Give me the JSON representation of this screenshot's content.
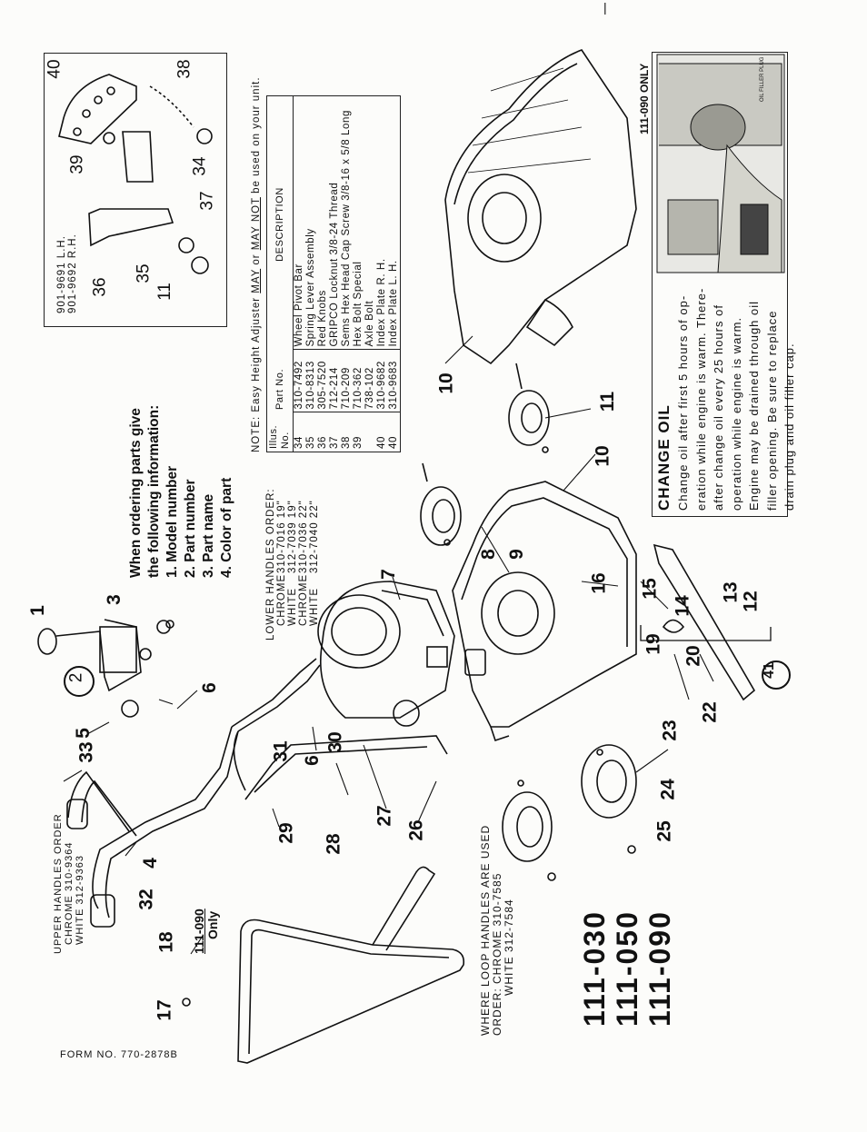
{
  "top_mark": "|",
  "upper_handles": {
    "title": "UPPER HANDLES ORDER",
    "rows": [
      "CHROME  310-9364",
      "WHITE    312-9363"
    ]
  },
  "loop_handles": {
    "title": "WHERE LOOP HANDLES ARE USED",
    "line2_prefix": "ORDER:",
    "rows": [
      "CHROME 310-7585",
      "WHITE    312-7584"
    ]
  },
  "models": [
    "111-030",
    "111-050",
    "111-090"
  ],
  "form_no": "FORM NO. 770-2878B",
  "only_tag": {
    "model": "111-090",
    "word": "Only"
  },
  "ordering": {
    "heading1": "When ordering parts give",
    "heading2": "the following information:",
    "items": [
      "1. Model number",
      "2. Part number",
      "3. Part name",
      "4. Color of part"
    ]
  },
  "lower_handles": {
    "title": "LOWER HANDLES ORDER:",
    "rows": [
      [
        "CHROME",
        "310-7016 19\""
      ],
      [
        "WHITE",
        "312-7039 19\""
      ],
      [
        "CHROME",
        "310-7036 22\""
      ],
      [
        "WHITE",
        "312-7040 22\""
      ]
    ]
  },
  "note": {
    "prefix": "NOTE:  Easy Height Adjuster ",
    "may": "MAY",
    "mid": " or ",
    "may_not": "MAY NOT",
    "suffix": " be used on your unit."
  },
  "parts_table": {
    "headers": [
      "Illus. No.",
      "Part No.",
      "DESCRIPTION"
    ],
    "rows": [
      [
        "34",
        "310-7492",
        "Wheel Pivot Bar"
      ],
      [
        "35",
        "310-8313",
        "Spring Lever Assembly"
      ],
      [
        "36",
        "305-7520",
        "Red Knobs"
      ],
      [
        "37",
        "712-214",
        "GRIPCO Locknut 3/8-24 Thread"
      ],
      [
        "38",
        "710-209",
        "Sems Hex Head Cap Screw 3/8-16 x 5/8 Long"
      ],
      [
        "39",
        "710-362",
        "Hex Bolt Special"
      ],
      [
        "",
        "738-102",
        "Axle Bolt"
      ],
      [
        "40",
        "310-9682",
        "Index Plate R. H."
      ],
      [
        "40",
        "310-9683",
        "Index Plate L. H."
      ]
    ]
  },
  "index_plate_parts": [
    "901-9691 L.H.",
    "901-9692 R.H."
  ],
  "change_oil": {
    "title": "CHANGE OIL",
    "lines": [
      "Change oil after first 5 hours of op-",
      "eration while engine is warm. There-",
      "after change oil every 25 hours of",
      "operation while engine is warm.",
      "Engine may be drained through oil",
      "filler opening.   Be sure to replace",
      "drain plug and oil filler cap."
    ],
    "photo_caption": "111-090 ONLY",
    "photo_label": "OIL FILLER PLUG"
  },
  "callouts": {
    "c1": "1",
    "c2": "2",
    "c3": "3",
    "c4": "4",
    "c5": "5",
    "c6a": "6",
    "c6b": "6",
    "c7": "7",
    "c8": "8",
    "c9": "9",
    "c10a": "10",
    "c10b": "10",
    "c11a": "11",
    "c11b": "11",
    "c12": "12",
    "c13": "13",
    "c14": "14",
    "c15": "15",
    "c16": "16",
    "c17": "17",
    "c18": "18",
    "c19": "19",
    "c20": "20",
    "c22": "22",
    "c23": "23",
    "c24": "24",
    "c25": "25",
    "c26": "26",
    "c27": "27",
    "c28": "28",
    "c29": "29",
    "c30": "30",
    "c31": "31",
    "c32": "32",
    "c33": "33",
    "c34": "34",
    "c35": "35",
    "c36": "36",
    "c37": "37",
    "c38": "38",
    "c39": "39",
    "c40": "40",
    "c41": "41"
  }
}
